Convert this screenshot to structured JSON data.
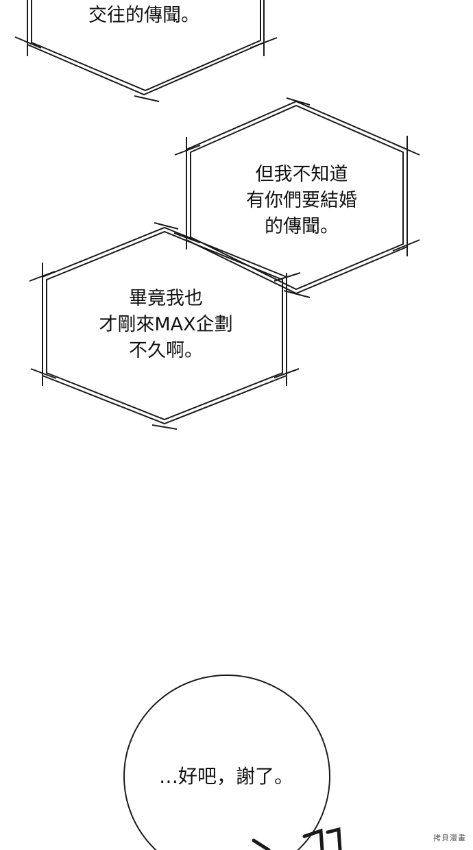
{
  "panel": {
    "background": "#ffffff",
    "line_color": "#1a1a1a"
  },
  "bubbles": [
    {
      "shape": "hexagon",
      "lines": [
        "交往的傳聞。"
      ]
    },
    {
      "shape": "hexagon",
      "lines": [
        "但我不知道",
        "有你們要結婚",
        "的傳聞。"
      ]
    },
    {
      "shape": "hexagon",
      "lines": [
        "畢竟我也",
        "才剛來MAX企劃",
        "不久啊。"
      ]
    },
    {
      "shape": "ellipse",
      "lines": [
        "…好吧，謝了。"
      ]
    }
  ],
  "sfx_partial": "切",
  "watermark": "拷貝漫畫"
}
